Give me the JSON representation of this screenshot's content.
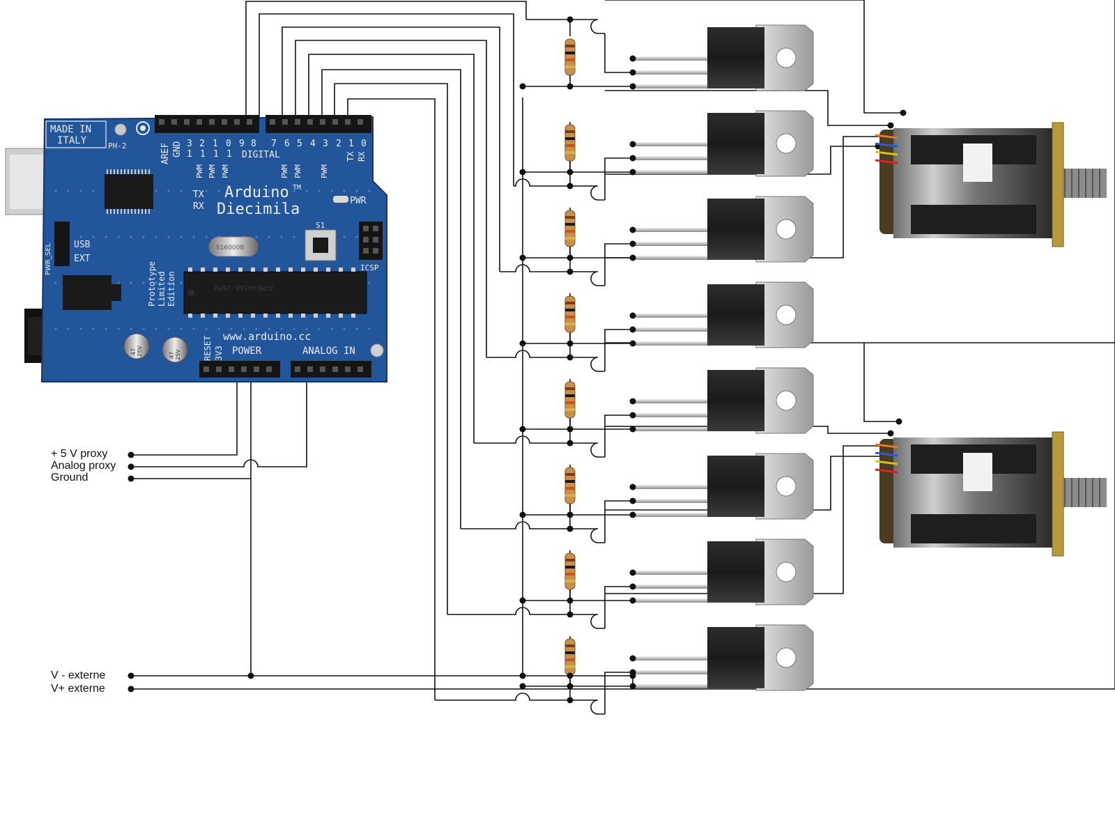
{
  "arduino": {
    "made_in": [
      "MADE IN",
      "ITALY"
    ],
    "name_line1": "Arduino",
    "name_line2": "Diecimila",
    "url": "www.arduino.cc",
    "tm": "TM",
    "digital_label": "DIGITAL",
    "aref": "AREF",
    "gnd": "GND",
    "digital_pins_top": [
      "3",
      "2",
      "1",
      "0",
      "9",
      "8",
      "7",
      "6",
      "5",
      "4",
      "3",
      "2",
      "1",
      "0"
    ],
    "digital_pins_tens": [
      "1",
      "1",
      "1",
      "1"
    ],
    "tx": "TX",
    "rx": "RX",
    "pwm": "PWM",
    "tx_led": "TX",
    "rx_led": "RX",
    "pwr_led": "PWR",
    "usb": "USB",
    "ext": "EXT",
    "pwr_sel": "PWR_SEL",
    "icsp": "ICSP",
    "reset": "RESET",
    "v3": "3V3",
    "power": "POWER",
    "analog_in": "ANALOG IN",
    "s1": "S1",
    "ph2": "PH-2",
    "crystal": "S16000B",
    "prototype": [
      "Prototype",
      "Limited",
      "Edition"
    ],
    "cap": [
      "47",
      "25V"
    ],
    "chip_text": "ATMEGA168-20PU"
  },
  "terminals": [
    {
      "label": "+ 5 V proxy"
    },
    {
      "label": "Analog proxy"
    },
    {
      "label": "Ground"
    },
    {
      "label": "V - externe"
    },
    {
      "label": "V+ externe"
    }
  ],
  "components": {
    "transistor_count": 8,
    "resistor_count": 8,
    "stepper_motor_count": 2
  },
  "colors": {
    "board": "#23559a",
    "wire": "#111111",
    "transistor_body": "#1a1a1a",
    "heatsink_tab": "#c9c9c9",
    "resistor_body": "#c8904a",
    "motor_body": "#1e1e1e"
  }
}
